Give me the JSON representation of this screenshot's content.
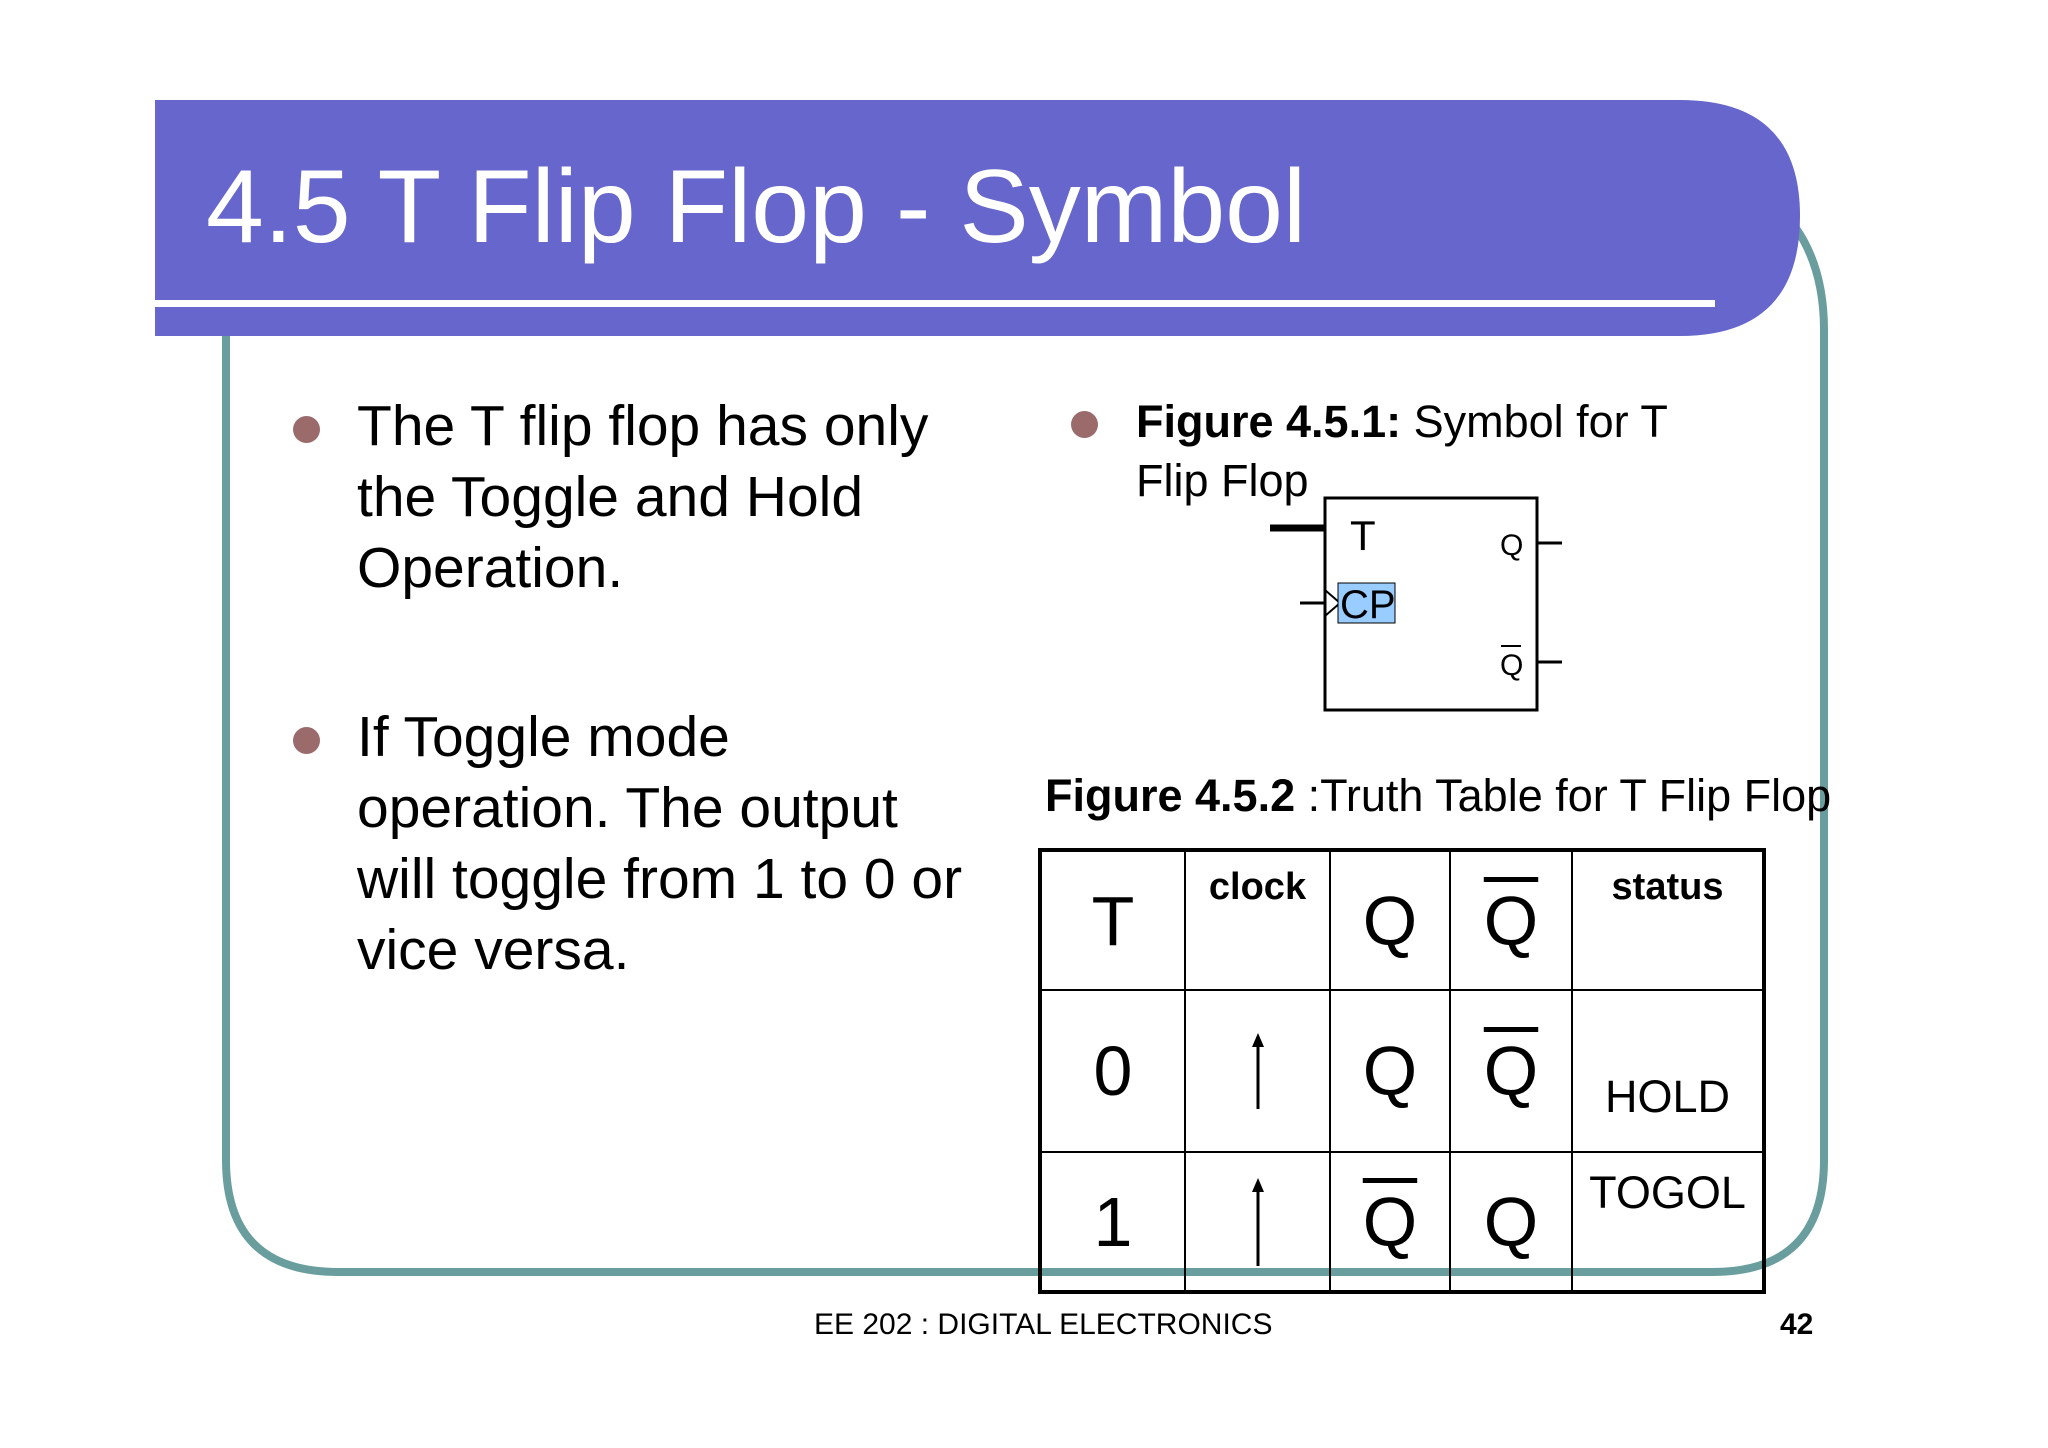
{
  "slide": {
    "title": "4.5 T Flip Flop - Symbol",
    "colors": {
      "header": "#6666cc",
      "frame": "#6a9e9e",
      "bullet": "#9b6b6b",
      "cp_highlight": "#99ccff"
    }
  },
  "bullets": [
    {
      "lines": [
        "The T flip flop has only",
        "the Toggle and Hold",
        "Operation."
      ]
    },
    {
      "lines": [
        "If Toggle mode",
        "operation. The output",
        "will toggle from 1 to 0 or",
        "vice versa."
      ]
    }
  ],
  "figure1": {
    "label": "Figure 4.5.1:",
    "caption_line1": " Symbol for T",
    "caption_line2": "Flip Flop",
    "symbol": {
      "input_t": "T",
      "input_cp": "CP",
      "output_q": "Q",
      "output_qbar": "Q"
    }
  },
  "figure2": {
    "label": "Figure 4.5.2",
    "caption": " :Truth Table for T Flip Flop"
  },
  "truth_table": {
    "headers": {
      "t": "T",
      "clock": "clock",
      "q": "Q",
      "qbar": "Q",
      "status": "status"
    },
    "rows": [
      {
        "t": "0",
        "clock": "rising-edge-arrow",
        "q": "Q",
        "q_overline": false,
        "qbar": "Q",
        "qbar_overline": true,
        "status": "HOLD"
      },
      {
        "t": "1",
        "clock": "rising-edge-arrow",
        "q": "Q",
        "q_overline": true,
        "qbar": "Q",
        "qbar_overline": false,
        "status": "TOGOL"
      }
    ]
  },
  "footer": {
    "course": "EE 202 : DIGITAL ELECTRONICS",
    "page_number": "42"
  }
}
